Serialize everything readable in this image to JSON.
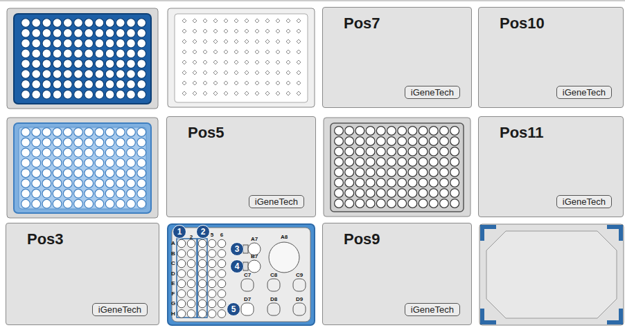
{
  "diagram": {
    "nodes": [
      {
        "text": [
          "Pos7",
          "iGeneTech"
        ]
      },
      {
        "text": [
          "Pos10",
          "iGeneTech"
        ]
      },
      {
        "text": [
          "Pos5",
          "iGeneTech"
        ]
      },
      {
        "text": [
          "Pos11",
          "iGeneTech"
        ]
      },
      {
        "text": [
          "Pos3",
          "iGeneTech"
        ]
      },
      {
        "text": [
          "Pos9",
          "iGeneTech"
        ]
      }
    ],
    "labels": [
      "1",
      "2",
      "2",
      "5",
      "6",
      "3",
      "A7",
      "A8",
      "4",
      "B7",
      "A",
      "B",
      "C",
      "D",
      "E",
      "F",
      "G",
      "H",
      "C7",
      "C8",
      "C9",
      "5",
      "D7",
      "D8",
      "D9"
    ]
  }
}
